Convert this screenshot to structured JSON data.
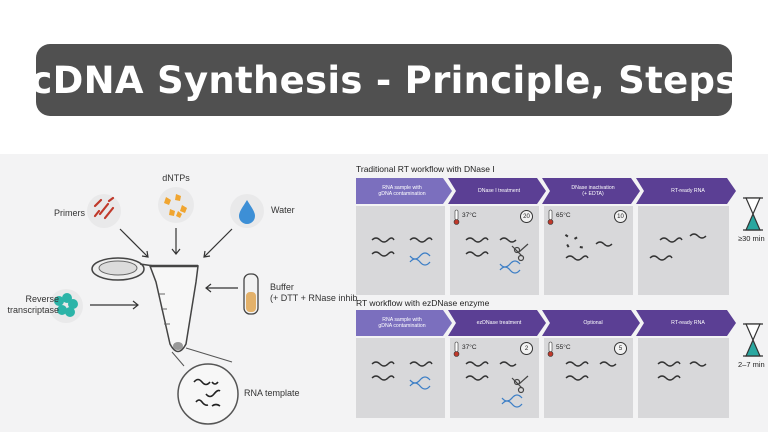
{
  "title": "cDNA Synthesis - Principle, Steps",
  "reagents": {
    "dntps": "dNTPs",
    "primers": "Primers",
    "water": "Water",
    "reverse_transcriptase": "Reverse\ntranscriptase",
    "buffer": "Buffer\n(+ DTT + RNase inhibito",
    "rna_template": "RNA template"
  },
  "workflows": [
    {
      "title": "Traditional RT workflow with DNase I",
      "steps": [
        "RNA sample with\ngDNA contamination",
        "DNase I treatment",
        "DNase inactivation\n(+ EDTA)",
        "RT-ready RNA"
      ],
      "temps": [
        "37°C",
        "65°C"
      ],
      "timers": [
        "20",
        "10"
      ],
      "total_time": "≥30 min"
    },
    {
      "title": "RT workflow with ezDNase enzyme",
      "steps": [
        "RNA sample with\ngDNA contamination",
        "ezDNase treatment",
        "Optional",
        "RT-ready RNA"
      ],
      "temps": [
        "37°C",
        "55°C"
      ],
      "timers": [
        "2",
        "5"
      ],
      "total_time": "2–7 min"
    }
  ],
  "colors": {
    "banner": "#505050",
    "step_light": "#7b6fbe",
    "step_dark": "#5b3f94",
    "panel": "#d8d8da",
    "hourglass": "#2aa7a0"
  }
}
